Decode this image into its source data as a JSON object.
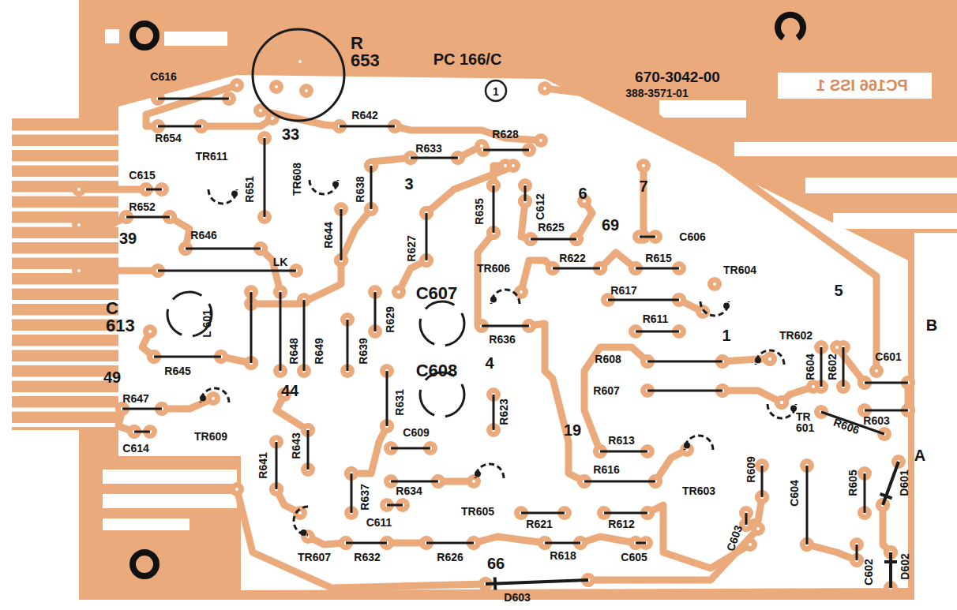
{
  "diagram": {
    "labels": [
      "R 653",
      "PC 166/C",
      "1",
      "670-3042-00",
      "388-3571-01",
      "PC166 ISS 1",
      "C616",
      "R654",
      "33",
      "R642",
      "R628",
      "R633",
      "TR611",
      "TR608",
      "C615",
      "R651",
      "R638",
      "3",
      "R635",
      "C612",
      "6",
      "7",
      "R652",
      "R644",
      "R627",
      "R625",
      "69",
      "C606",
      "39",
      "R646",
      "R622",
      "R615",
      "TR604",
      "LK",
      "TR606",
      "C607",
      "C 613",
      "L 601",
      "R629",
      "R617",
      "5",
      "R611",
      "1",
      "B",
      "R636",
      "R648",
      "R649",
      "R639",
      "TR602",
      "R604",
      "R602",
      "C601",
      "R608",
      "4",
      "C608",
      "49",
      "R645",
      "R607",
      "44",
      "R631",
      "R647",
      "R623",
      "TR 601",
      "R606",
      "R603",
      "A",
      "C609",
      "19",
      "R613",
      "TR609",
      "C614",
      "R641",
      "R643",
      "R616",
      "R609",
      "C604",
      "R605",
      "D601",
      "TR603",
      "R637",
      "R634",
      "C611",
      "TR605",
      "R621",
      "R612",
      "C603",
      "TR607",
      "R632",
      "R626",
      "R618",
      "C605",
      "66",
      "D603",
      "C602",
      "D602"
    ]
  }
}
